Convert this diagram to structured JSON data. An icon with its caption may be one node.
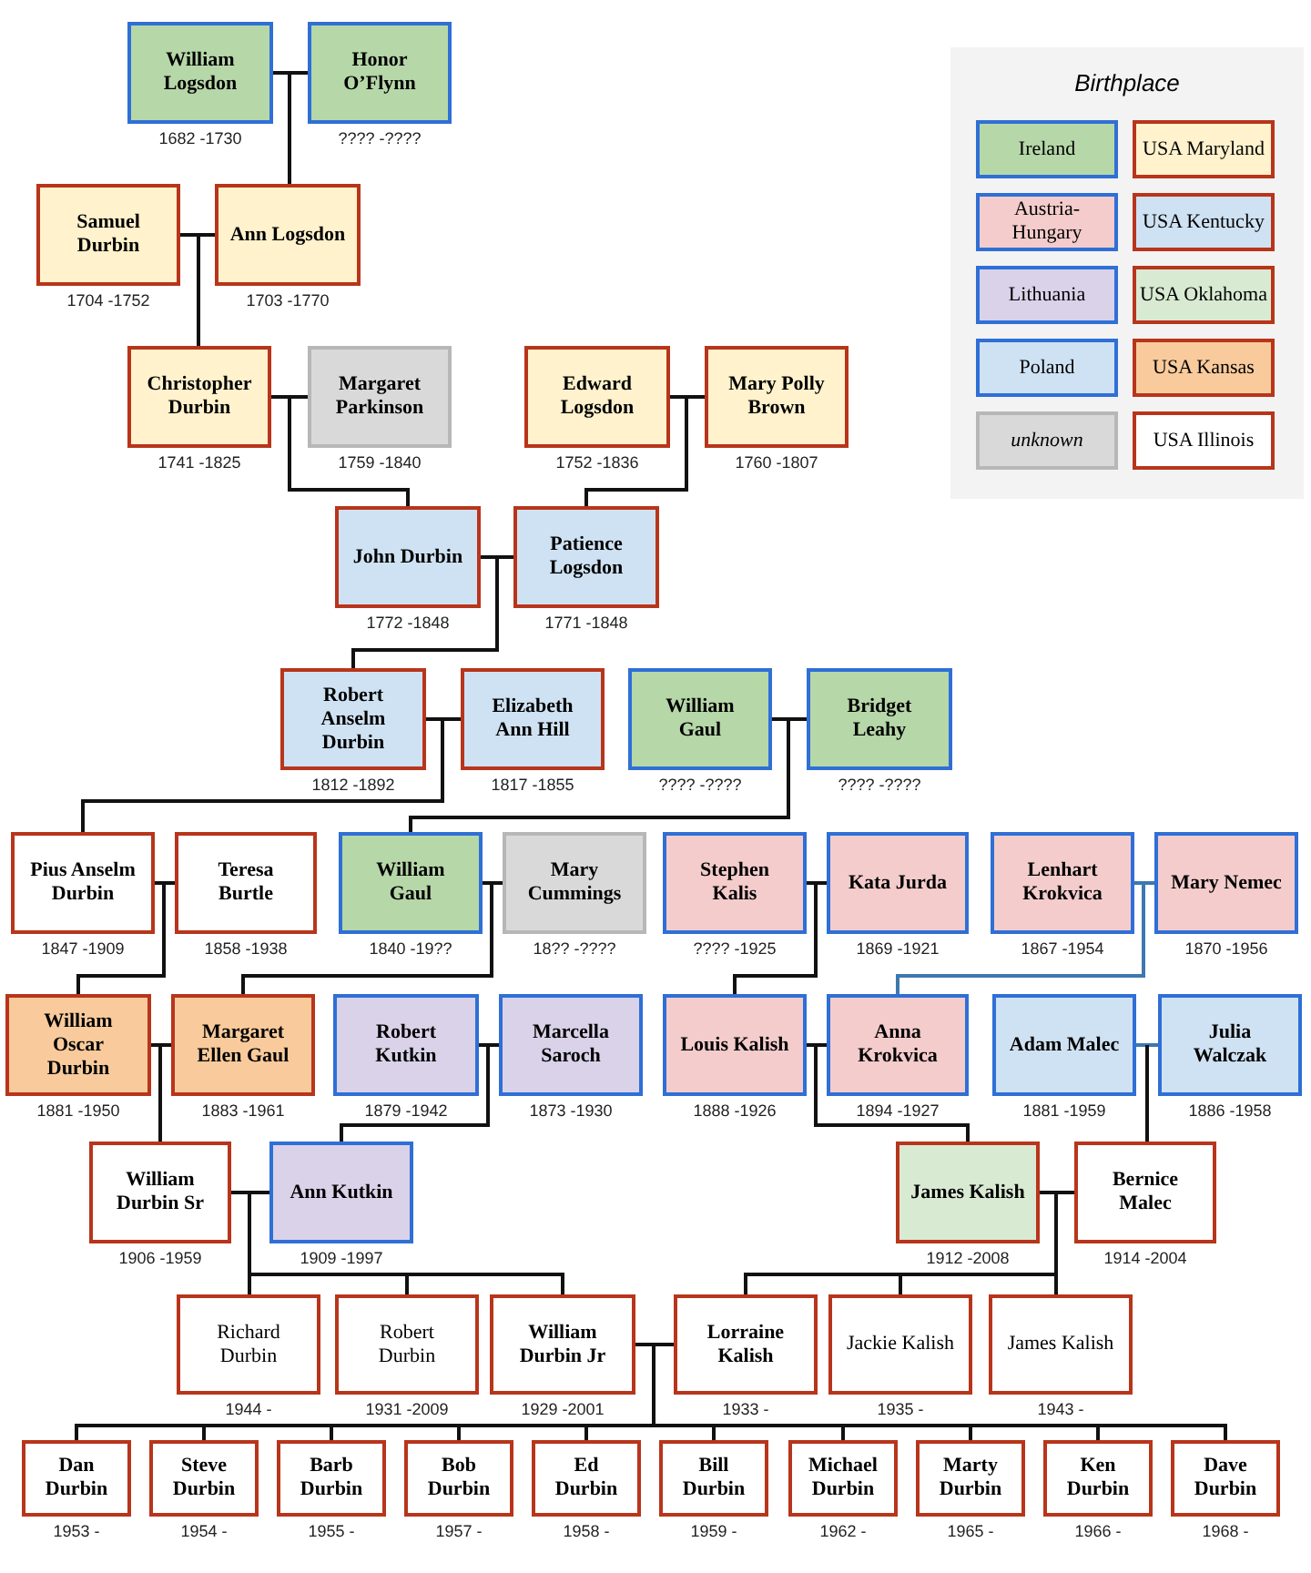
{
  "diagram": {
    "nodes": [
      {
        "text": [
          "William Logsdon"
        ],
        "beside": [
          "1682 -1730"
        ]
      },
      {
        "text": [
          "Honor O’Flynn"
        ],
        "beside": [
          "???? -????"
        ]
      },
      {
        "text": [
          "Samuel Durbin"
        ],
        "beside": [
          "1704 -1752"
        ]
      },
      {
        "text": [
          "Ann Logsdon"
        ],
        "beside": [
          "1703 -1770"
        ]
      },
      {
        "text": [
          "Christopher Durbin"
        ],
        "beside": [
          "1741 -1825"
        ]
      },
      {
        "text": [
          "Margaret Parkinson"
        ],
        "beside": [
          "1759 -1840"
        ]
      },
      {
        "text": [
          "Edward Logsdon"
        ],
        "beside": [
          "1752 -1836"
        ]
      },
      {
        "text": [
          "Mary Polly Brown"
        ],
        "beside": [
          "1760 -1807"
        ]
      },
      {
        "text": [
          "John Durbin"
        ],
        "beside": [
          "1772 -1848"
        ]
      },
      {
        "text": [
          "Patience Logsdon"
        ],
        "beside": [
          "1771 -1848"
        ]
      },
      {
        "text": [
          "Robert Anselm Durbin"
        ],
        "beside": [
          "1812 -1892"
        ]
      },
      {
        "text": [
          "Elizabeth Ann Hill"
        ],
        "beside": [
          "1817 -1855"
        ]
      },
      {
        "text": [
          "William Gaul"
        ],
        "beside": [
          "???? -????"
        ]
      },
      {
        "text": [
          "Bridget Leahy"
        ],
        "beside": [
          "???? -????"
        ]
      },
      {
        "text": [
          "Pius Anselm Durbin"
        ],
        "beside": [
          "1847 -1909"
        ]
      },
      {
        "text": [
          "Teresa Burtle"
        ],
        "beside": [
          "1858 -1938"
        ]
      },
      {
        "text": [
          "William Gaul"
        ],
        "beside": [
          "1840 -19??"
        ]
      },
      {
        "text": [
          "Mary Cummings"
        ],
        "beside": [
          "18?? -????"
        ]
      },
      {
        "text": [
          "Stephen Kalis"
        ],
        "beside": [
          "???? -1925"
        ]
      },
      {
        "text": [
          "Kata Jurda"
        ],
        "beside": [
          "1869 -1921"
        ]
      },
      {
        "text": [
          "Lenhart Krokvica"
        ],
        "beside": [
          "1867 -1954"
        ]
      },
      {
        "text": [
          "Mary Nemec"
        ],
        "beside": [
          "1870 -1956"
        ]
      },
      {
        "text": [
          "William Oscar Durbin"
        ],
        "beside": [
          "1881 -1950"
        ]
      },
      {
        "text": [
          "Margaret Ellen Gaul"
        ],
        "beside": [
          "1883 -1961"
        ]
      },
      {
        "text": [
          "Robert Kutkin"
        ],
        "beside": [
          "1879 -1942"
        ]
      },
      {
        "text": [
          "Marcella Saroch"
        ],
        "beside": [
          "1873 -1930"
        ]
      },
      {
        "text": [
          "Louis Kalish"
        ],
        "beside": [
          "1888 -1926"
        ]
      },
      {
        "text": [
          "Anna Krokvica"
        ],
        "beside": [
          "1894 -1927"
        ]
      },
      {
        "text": [
          "Adam Malec"
        ],
        "beside": [
          "1881 -1959"
        ]
      },
      {
        "text": [
          "Julia Walczak"
        ],
        "beside": [
          "1886 -1958"
        ]
      },
      {
        "text": [
          "William Durbin Sr"
        ],
        "beside": [
          "1906 -1959"
        ]
      },
      {
        "text": [
          "Ann Kutkin"
        ],
        "beside": [
          "1909 -1997"
        ]
      },
      {
        "text": [
          "James Kalish"
        ],
        "beside": [
          "1912 -2008"
        ]
      },
      {
        "text": [
          "Bernice Malec"
        ],
        "beside": [
          "1914 -2004"
        ]
      },
      {
        "text": [
          "Richard Durbin"
        ],
        "beside": [
          "1944 -"
        ]
      },
      {
        "text": [
          "Robert Durbin"
        ],
        "beside": [
          "1931 -2009"
        ]
      },
      {
        "text": [
          "William Durbin Jr"
        ],
        "beside": [
          "1929 -2001"
        ]
      },
      {
        "text": [
          "Lorraine Kalish"
        ],
        "beside": [
          "1933 -"
        ]
      },
      {
        "text": [
          "Jackie Kalish"
        ],
        "beside": [
          "1935 -"
        ]
      },
      {
        "text": [
          "James Kalish"
        ],
        "beside": [
          "1943 -"
        ]
      },
      {
        "text": [
          "Dan Durbin"
        ],
        "beside": [
          "1953 -"
        ]
      },
      {
        "text": [
          "Steve Durbin"
        ],
        "beside": [
          "1954 -"
        ]
      },
      {
        "text": [
          "Barb Durbin"
        ],
        "beside": [
          "1955 -"
        ]
      },
      {
        "text": [
          "Bob Durbin"
        ],
        "beside": [
          "1957 -"
        ]
      },
      {
        "text": [
          "Ed Durbin"
        ],
        "beside": [
          "1958 -"
        ]
      },
      {
        "text": [
          "Bill Durbin"
        ],
        "beside": [
          "1959 -"
        ]
      },
      {
        "text": [
          "Michael Durbin"
        ],
        "beside": [
          "1962 -"
        ]
      },
      {
        "text": [
          "Marty Durbin"
        ],
        "beside": [
          "1965 -"
        ]
      },
      {
        "text": [
          "Ken Durbin"
        ],
        "beside": [
          "1966 -"
        ]
      },
      {
        "text": [
          "Dave Durbin"
        ],
        "beside": [
          "1968 -"
        ]
      }
    ],
    "edges": [
      {
        "from": 0,
        "to": 1,
        "arrow": "none"
      },
      {
        "from": 0,
        "to": 3,
        "arrow": "none"
      },
      {
        "from": 1,
        "to": 3,
        "arrow": "none"
      },
      {
        "from": 2,
        "to": 3,
        "arrow": "none"
      },
      {
        "from": 2,
        "to": 4,
        "arrow": "none"
      },
      {
        "from": 3,
        "to": 4,
        "arrow": "none"
      },
      {
        "from": 4,
        "to": 5,
        "arrow": "none"
      },
      {
        "from": 4,
        "to": 8,
        "arrow": "none"
      },
      {
        "from": 5,
        "to": 8,
        "arrow": "none"
      },
      {
        "from": 6,
        "to": 7,
        "arrow": "none"
      },
      {
        "from": 6,
        "to": 9,
        "arrow": "none"
      },
      {
        "from": 7,
        "to": 9,
        "arrow": "none"
      },
      {
        "from": 8,
        "to": 9,
        "arrow": "none"
      },
      {
        "from": 8,
        "to": 10,
        "arrow": "none"
      },
      {
        "from": 9,
        "to": 10,
        "arrow": "none"
      },
      {
        "from": 10,
        "to": 11,
        "arrow": "none"
      },
      {
        "from": 10,
        "to": 14,
        "arrow": "none"
      },
      {
        "from": 11,
        "to": 14,
        "arrow": "none"
      },
      {
        "from": 12,
        "to": 13,
        "arrow": "none"
      },
      {
        "from": 12,
        "to": 16,
        "arrow": "none"
      },
      {
        "from": 13,
        "to": 16,
        "arrow": "none"
      },
      {
        "from": 14,
        "to": 15,
        "arrow": "none"
      },
      {
        "from": 14,
        "to": 22,
        "arrow": "none"
      },
      {
        "from": 15,
        "to": 22,
        "arrow": "none"
      },
      {
        "from": 16,
        "to": 17,
        "arrow": "none"
      },
      {
        "from": 16,
        "to": 23,
        "arrow": "none"
      },
      {
        "from": 17,
        "to": 23,
        "arrow": "none"
      },
      {
        "from": 18,
        "to": 19,
        "arrow": "none"
      },
      {
        "from": 18,
        "to": 26,
        "arrow": "none"
      },
      {
        "from": 19,
        "to": 26,
        "arrow": "none"
      },
      {
        "from": 20,
        "to": 21,
        "arrow": "none",
        "color": "#3d78b0"
      },
      {
        "from": 20,
        "to": 27,
        "arrow": "none",
        "color": "#3d78b0"
      },
      {
        "from": 21,
        "to": 27,
        "arrow": "none",
        "color": "#3d78b0"
      },
      {
        "from": 22,
        "to": 23,
        "arrow": "none"
      },
      {
        "from": 22,
        "to": 30,
        "arrow": "none"
      },
      {
        "from": 23,
        "to": 30,
        "arrow": "none"
      },
      {
        "from": 24,
        "to": 25,
        "arrow": "none"
      },
      {
        "from": 24,
        "to": 31,
        "arrow": "none"
      },
      {
        "from": 25,
        "to": 31,
        "arrow": "none"
      },
      {
        "from": 26,
        "to": 27,
        "arrow": "none"
      },
      {
        "from": 26,
        "to": 32,
        "arrow": "none"
      },
      {
        "from": 27,
        "to": 32,
        "arrow": "none"
      },
      {
        "from": 28,
        "to": 29,
        "arrow": "none",
        "color": "#3d78b0"
      },
      {
        "from": 28,
        "to": 33,
        "arrow": "none"
      },
      {
        "from": 29,
        "to": 33,
        "arrow": "none"
      },
      {
        "from": 30,
        "to": 31,
        "arrow": "none"
      },
      {
        "from": 30,
        "to": 34,
        "arrow": "none"
      },
      {
        "from": 31,
        "to": 34,
        "arrow": "none"
      },
      {
        "from": 30,
        "to": 35,
        "arrow": "none"
      },
      {
        "from": 31,
        "to": 35,
        "arrow": "none"
      },
      {
        "from": 30,
        "to": 36,
        "arrow": "none"
      },
      {
        "from": 31,
        "to": 36,
        "arrow": "none"
      },
      {
        "from": 32,
        "to": 33,
        "arrow": "none"
      },
      {
        "from": 32,
        "to": 37,
        "arrow": "none"
      },
      {
        "from": 33,
        "to": 37,
        "arrow": "none"
      },
      {
        "from": 32,
        "to": 38,
        "arrow": "none"
      },
      {
        "from": 33,
        "to": 38,
        "arrow": "none"
      },
      {
        "from": 32,
        "to": 39,
        "arrow": "none"
      },
      {
        "from": 33,
        "to": 39,
        "arrow": "none"
      },
      {
        "from": 36,
        "to": 37,
        "arrow": "none"
      },
      {
        "from": 36,
        "to": 40,
        "arrow": "none"
      },
      {
        "from": 37,
        "to": 40,
        "arrow": "none"
      },
      {
        "from": 36,
        "to": 41,
        "arrow": "none"
      },
      {
        "from": 37,
        "to": 41,
        "arrow": "none"
      },
      {
        "from": 36,
        "to": 42,
        "arrow": "none"
      },
      {
        "from": 37,
        "to": 42,
        "arrow": "none"
      },
      {
        "from": 36,
        "to": 43,
        "arrow": "none"
      },
      {
        "from": 37,
        "to": 43,
        "arrow": "none"
      },
      {
        "from": 36,
        "to": 44,
        "arrow": "none"
      },
      {
        "from": 37,
        "to": 44,
        "arrow": "none"
      },
      {
        "from": 36,
        "to": 45,
        "arrow": "none"
      },
      {
        "from": 37,
        "to": 45,
        "arrow": "none"
      },
      {
        "from": 36,
        "to": 46,
        "arrow": "none"
      },
      {
        "from": 37,
        "to": 46,
        "arrow": "none"
      },
      {
        "from": 36,
        "to": 47,
        "arrow": "none"
      },
      {
        "from": 37,
        "to": 47,
        "arrow": "none"
      },
      {
        "from": 36,
        "to": 48,
        "arrow": "none"
      },
      {
        "from": 37,
        "to": 48,
        "arrow": "none"
      },
      {
        "from": 36,
        "to": 49,
        "arrow": "none"
      },
      {
        "from": 37,
        "to": 49,
        "arrow": "none"
      }
    ],
    "labels": [
      "Birthplace"
    ],
    "legend": [
      {
        "text": "Ireland",
        "color": "#b6d7a8"
      },
      {
        "text": "USA Maryland",
        "color": "#fff2cc"
      },
      {
        "text": "Austria-Hungary",
        "color": "#f4cccc"
      },
      {
        "text": "USA Kentucky",
        "color": "#cfe2f3"
      },
      {
        "text": "Lithuania",
        "color": "#d9d2e9"
      },
      {
        "text": "USA Oklahoma",
        "color": "#d9ead3"
      },
      {
        "text": "Poland",
        "color": "#cfe2f3"
      },
      {
        "text": "USA Kansas",
        "color": "#f9cb9c"
      },
      {
        "text": "unknown",
        "color": "#d9d9d9"
      },
      {
        "text": "USA Illinois",
        "color": "#ffffff"
      }
    ]
  }
}
